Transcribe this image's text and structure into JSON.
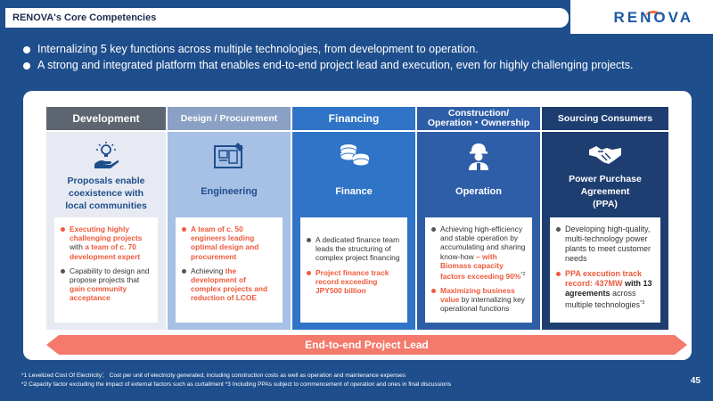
{
  "header": {
    "title": "RENOVA's Core Competencies",
    "logo": "RENOVA"
  },
  "bullets": [
    "Internalizing 5 key functions across multiple technologies, from development to operation.",
    "A strong and integrated platform that enables end-to-end project lead and execution, even for highly challenging projects."
  ],
  "columns": [
    {
      "header": "Development",
      "title_lines": [
        "Proposals enable",
        "coexistence with",
        "local communities"
      ],
      "icon": "lightbulb-hand-icon",
      "items": [
        {
          "parts": [
            "Executing highly challenging projects",
            " with ",
            "a team of c. 70 development expert"
          ]
        },
        {
          "parts": [
            "Capability to design and propose projects that ",
            "gain community acceptance"
          ]
        }
      ]
    },
    {
      "header": "Design / Procurement",
      "title_lines": [
        "Engineering"
      ],
      "icon": "blueprint-icon",
      "items": [
        {
          "parts": [
            "A team of c. 50 engineers leading optimal design and procurement"
          ]
        },
        {
          "parts": [
            "Achieving ",
            "the development of complex projects and reduction of LCOE"
          ]
        }
      ]
    },
    {
      "header": "Financing",
      "title_lines": [
        "Finance"
      ],
      "icon": "coins-icon",
      "items": [
        {
          "parts": [
            "A dedicated finance team leads the structuring of complex project financing"
          ]
        },
        {
          "parts": [
            "Project finance track record exceeding JPY500 billion"
          ]
        }
      ]
    },
    {
      "header_lines": [
        "Construction/",
        "Operation・Ownership"
      ],
      "title_lines": [
        "Operation"
      ],
      "icon": "worker-icon",
      "items": [
        {
          "parts": [
            "Achieving high-efficiency and stable operation by accumulating and sharing know-how",
            " – with Biomass capacity factors exceeding 90%",
            "*2"
          ]
        },
        {
          "parts": [
            "Maximizing business value",
            " by internalizing key operational functions"
          ]
        }
      ]
    },
    {
      "header": "Sourcing Consumers",
      "title_lines": [
        "Power Purchase",
        "Agreement",
        "(PPA)"
      ],
      "icon": "handshake-icon",
      "items": [
        {
          "parts": [
            "Developing high-quality, multi-technology power plants to meet customer needs"
          ]
        },
        {
          "parts": [
            "PPA execution track record: 437MW",
            " with ",
            "13 agreements",
            " across multiple technologies",
            "*3"
          ]
        }
      ]
    }
  ],
  "band": "End-to-end Project Lead",
  "footnotes": [
    "*1 Levelized Cost Of Electricity： Cost per unit of electricity generated, including construction costs as well as operation and maintenance expenses",
    "*2 Capacity factor excluding the impact of external factors such as curtailment  *3 Including PPAs subject to commencement of operation and ones in final discussions"
  ],
  "page_number": "45",
  "colors": {
    "background": "#1f4e8c",
    "accent_red": "#ee5a3c",
    "col1_head": "#5d6670",
    "col1_body": "#e7eaf2",
    "col2_head": "#8aa0c4",
    "col2_body": "#a7c0e6",
    "col3_head": "#2f74c6",
    "col3_body": "#2f74c6",
    "col4_head": "#2f5ea8",
    "col4_body": "#2f5ea8",
    "col5_head": "#1e3d70",
    "col5_body": "#1e3d70"
  }
}
